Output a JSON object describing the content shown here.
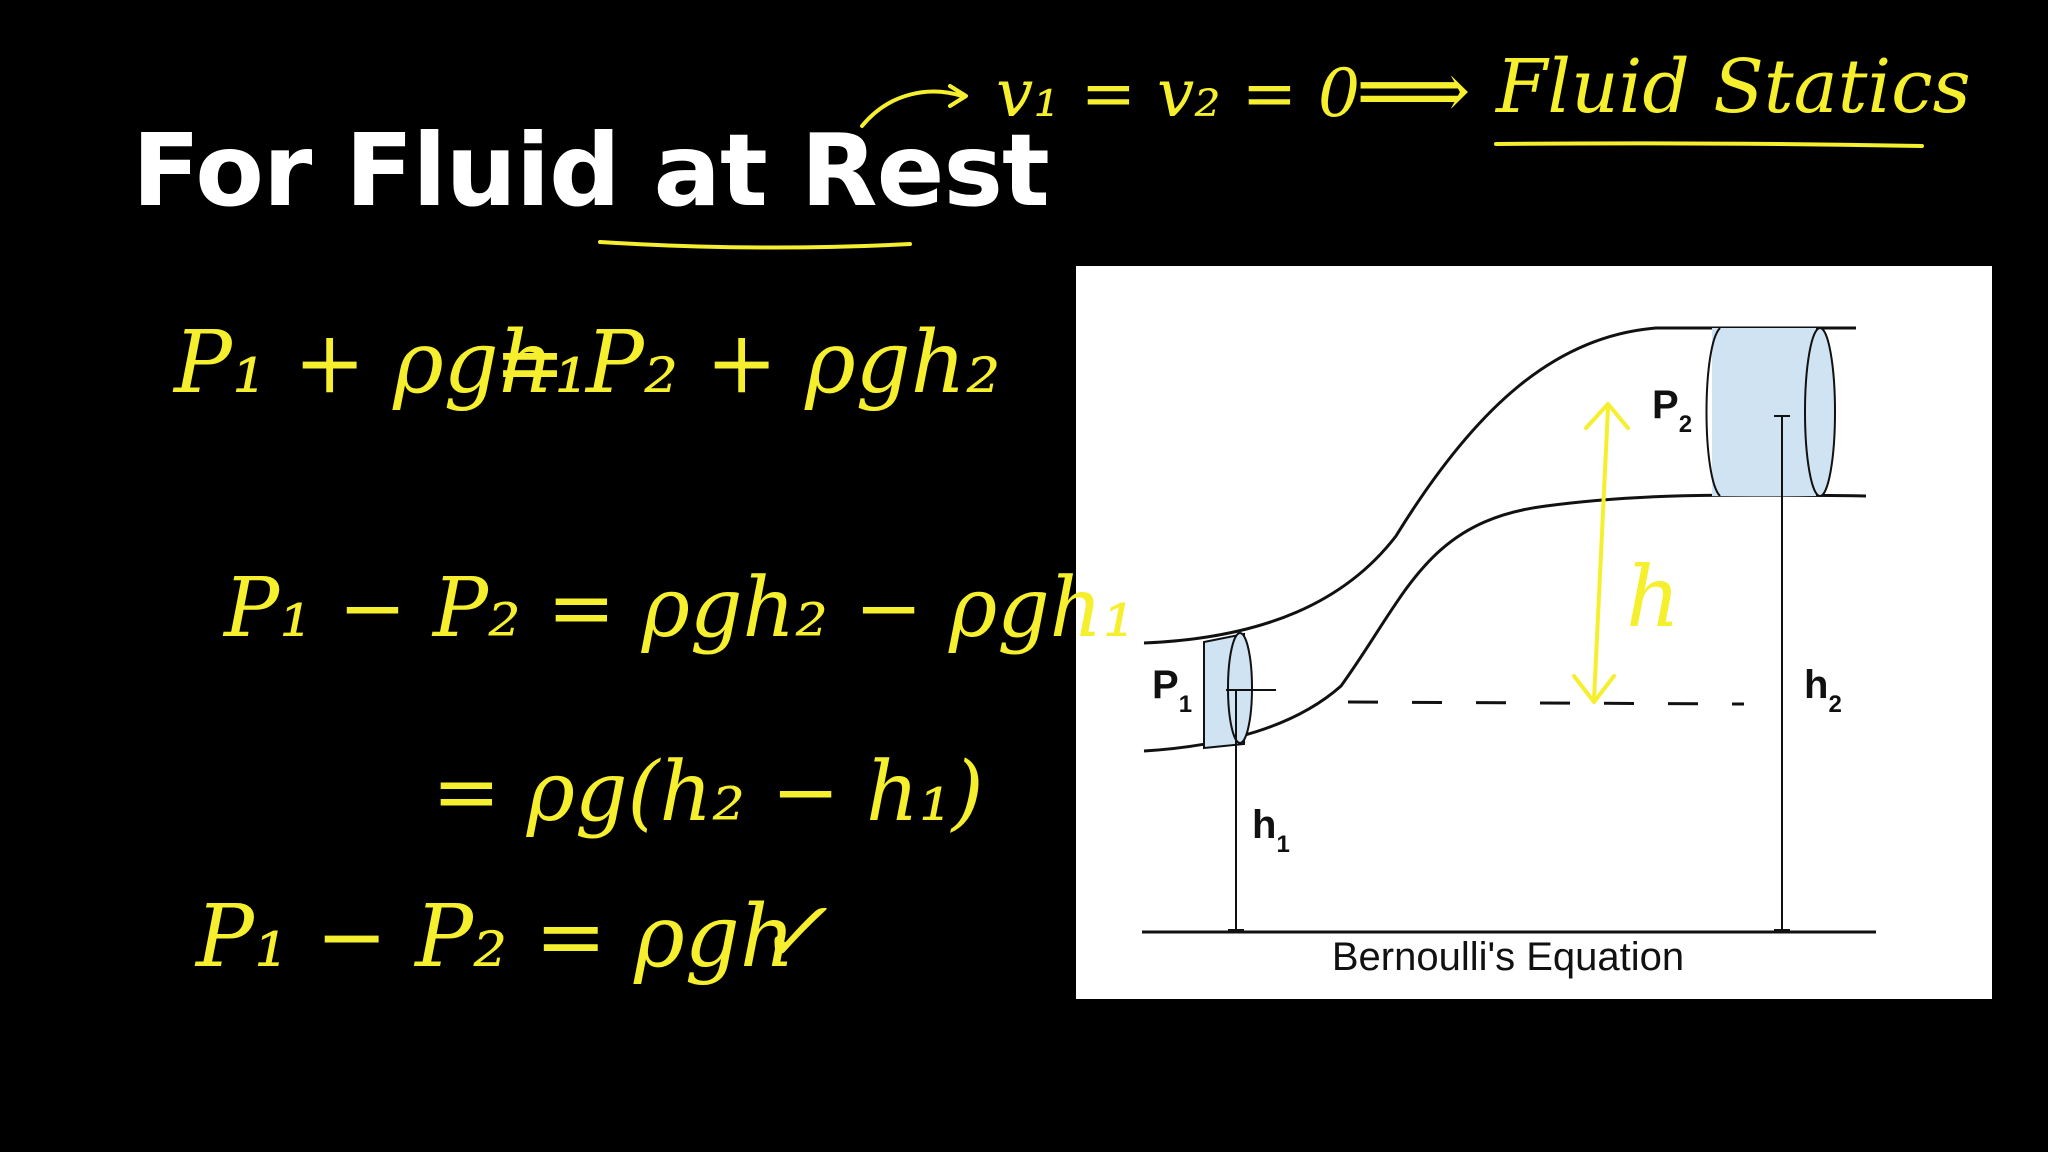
{
  "slide": {
    "title": "For Fluid at Rest"
  },
  "annotations": {
    "top_note": "v₁ = v₂ = 0",
    "implies": "⟹",
    "conclusion": "Fluid Statics"
  },
  "equations": {
    "eq1_lhs": "P₁ + ρgh₁",
    "eq1_eq": "=",
    "eq1_rhs": "P₂ + ρgh₂",
    "eq2": "P₁ − P₂ = ρgh₂ − ρgh₁",
    "eq3": "= ρg(h₂ − h₁)",
    "eq4": "P₁ − P₂ = ρgh",
    "check": "✓"
  },
  "figure": {
    "p1": "P",
    "p1_sub": "1",
    "p2": "P",
    "p2_sub": "2",
    "h1": "h",
    "h1_sub": "1",
    "h2": "h",
    "h2_sub": "2",
    "h": "h",
    "caption": "Bernoulli's Equation"
  },
  "colors": {
    "background": "#000000",
    "title": "#ffffff",
    "handwriting": "#f5ef2e",
    "figure_background": "#ffffff",
    "fluid_fill": "#cfe3f3",
    "line": "#111111"
  }
}
